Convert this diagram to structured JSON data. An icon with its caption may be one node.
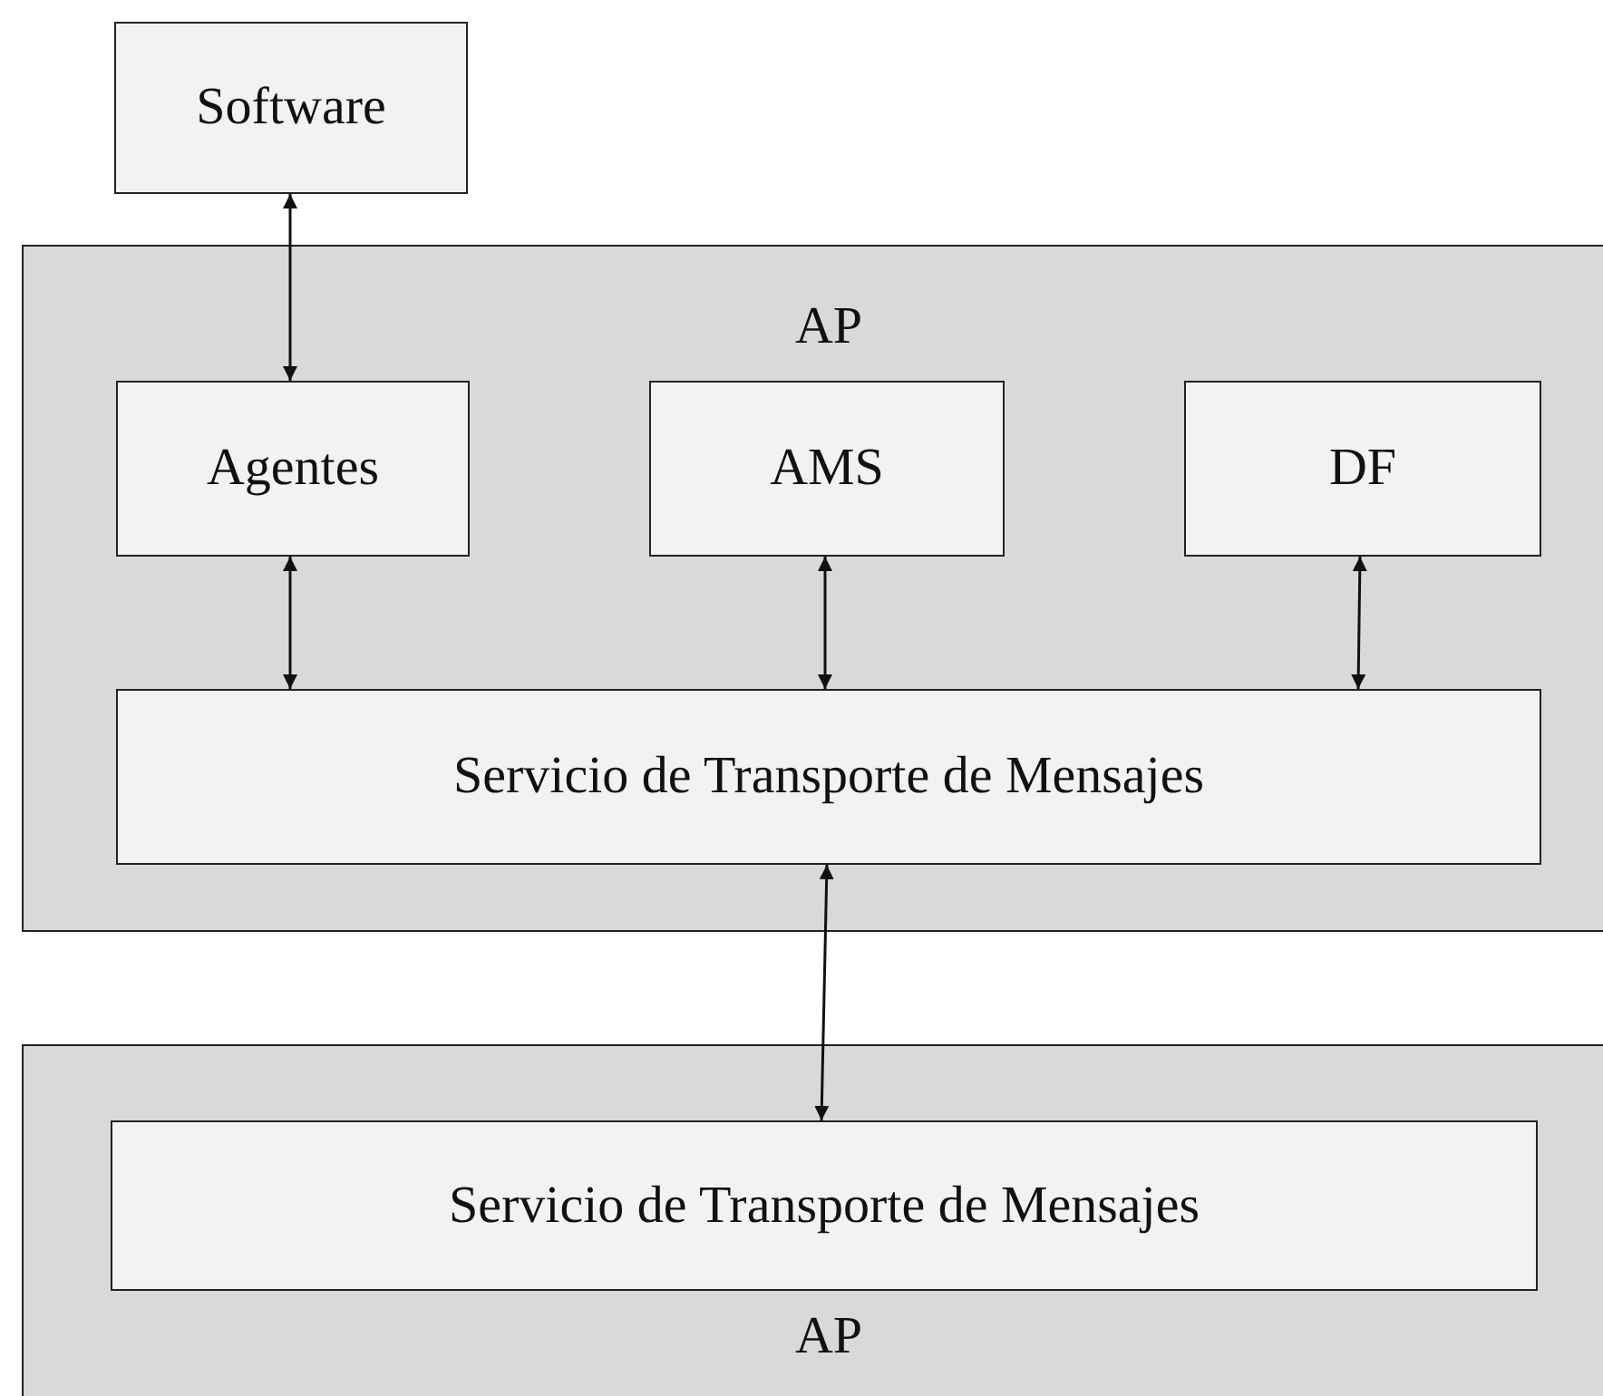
{
  "diagram": {
    "nodes": [
      {
        "text": [
          "Software"
        ]
      },
      {
        "text": [
          "AP"
        ]
      },
      {
        "text": [
          "Agentes"
        ],
        "in": 1
      },
      {
        "text": [
          "AMS"
        ],
        "in": 1
      },
      {
        "text": [
          "DF"
        ],
        "in": 1
      },
      {
        "text": [
          "Servicio de Transporte de Mensajes"
        ],
        "in": 1
      },
      {
        "text": [
          "AP"
        ]
      },
      {
        "text": [
          "Servicio de Transporte de Mensajes"
        ],
        "in": 6
      }
    ],
    "edges": [
      {
        "from": 0,
        "to": 2,
        "arrow": "both"
      },
      {
        "from": 2,
        "to": 5,
        "arrow": "both"
      },
      {
        "from": 3,
        "to": 5,
        "arrow": "both"
      },
      {
        "from": 4,
        "to": 5,
        "arrow": "both"
      },
      {
        "from": 5,
        "to": 7,
        "arrow": "both"
      }
    ]
  }
}
